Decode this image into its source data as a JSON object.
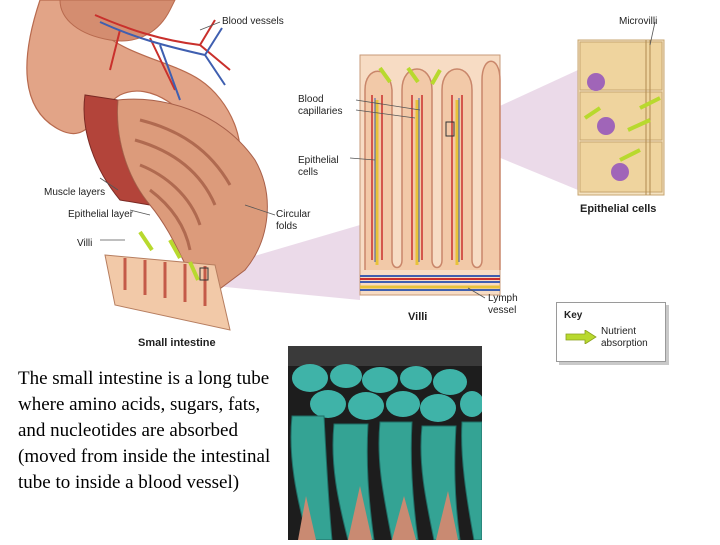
{
  "labels": {
    "blood_vessels": "Blood vessels",
    "microvilli": "Microvilli",
    "blood_capillaries_1": "Blood",
    "blood_capillaries_2": "capillaries",
    "epithelial_cells_1": "Epithelial",
    "epithelial_cells_2": "cells",
    "epithelial_cells_title": "Epithelial cells",
    "muscle_layers": "Muscle layers",
    "epithelial_layer": "Epithelial layer",
    "villi_small": "Villi",
    "circular_folds_1": "Circular",
    "circular_folds_2": "folds",
    "lymph_vessel_1": "Lymph",
    "lymph_vessel_2": "vessel",
    "villi_title": "Villi",
    "small_intestine_title": "Small intestine"
  },
  "key": {
    "title": "Key",
    "item_line1": "Nutrient",
    "item_line2": "absorption"
  },
  "caption": "The small intestine is a long tube where amino acids, sugars, fats, and nucleotides are absorbed (moved from inside the intestinal tube to inside a blood vessel)",
  "colors": {
    "intestine": "#d98f6e",
    "muscle": "#b3443a",
    "villi": "#f2c9a8",
    "blood_red": "#c9302c",
    "blood_blue": "#3f5fb0",
    "lymph": "#e8c23a",
    "arrow": "#b8d92e",
    "cell": "#efd49e",
    "nucleus": "#a065b8",
    "photo_teal": "#3fb3a8"
  }
}
